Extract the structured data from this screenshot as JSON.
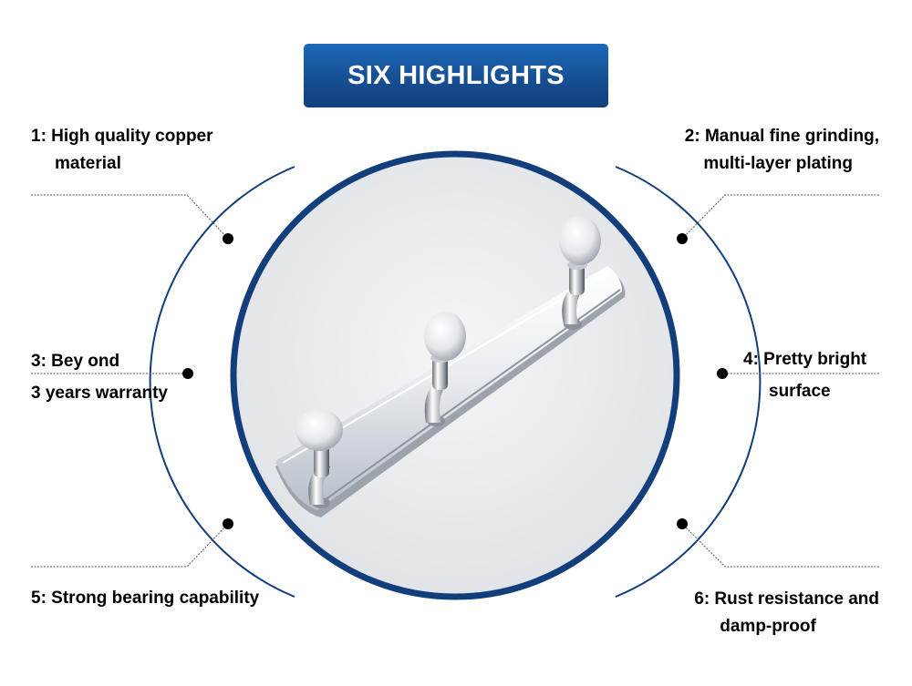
{
  "header": {
    "title": "SIX HIGHLIGHTS"
  },
  "colors": {
    "accent": "#123f7c",
    "badge_top": "#1c69b8",
    "badge_bottom": "#113f7d",
    "leader": "#555555"
  },
  "highlights": [
    {
      "line1": "1:  High quality copper",
      "line2": "material"
    },
    {
      "line1": "2:  Manual fine grinding,",
      "line2": "multi-layer plating"
    },
    {
      "line1": "3:  Bey ond",
      "line2": "3 years warranty"
    },
    {
      "line1": "4:  Pretty bright",
      "line2": "surface"
    },
    {
      "line1": "5:  Strong bearing capability"
    },
    {
      "line1": "6:  Rust resistance and",
      "line2": "damp-proof"
    }
  ],
  "product": {
    "name": "hook-rack",
    "hook_count": 3
  }
}
